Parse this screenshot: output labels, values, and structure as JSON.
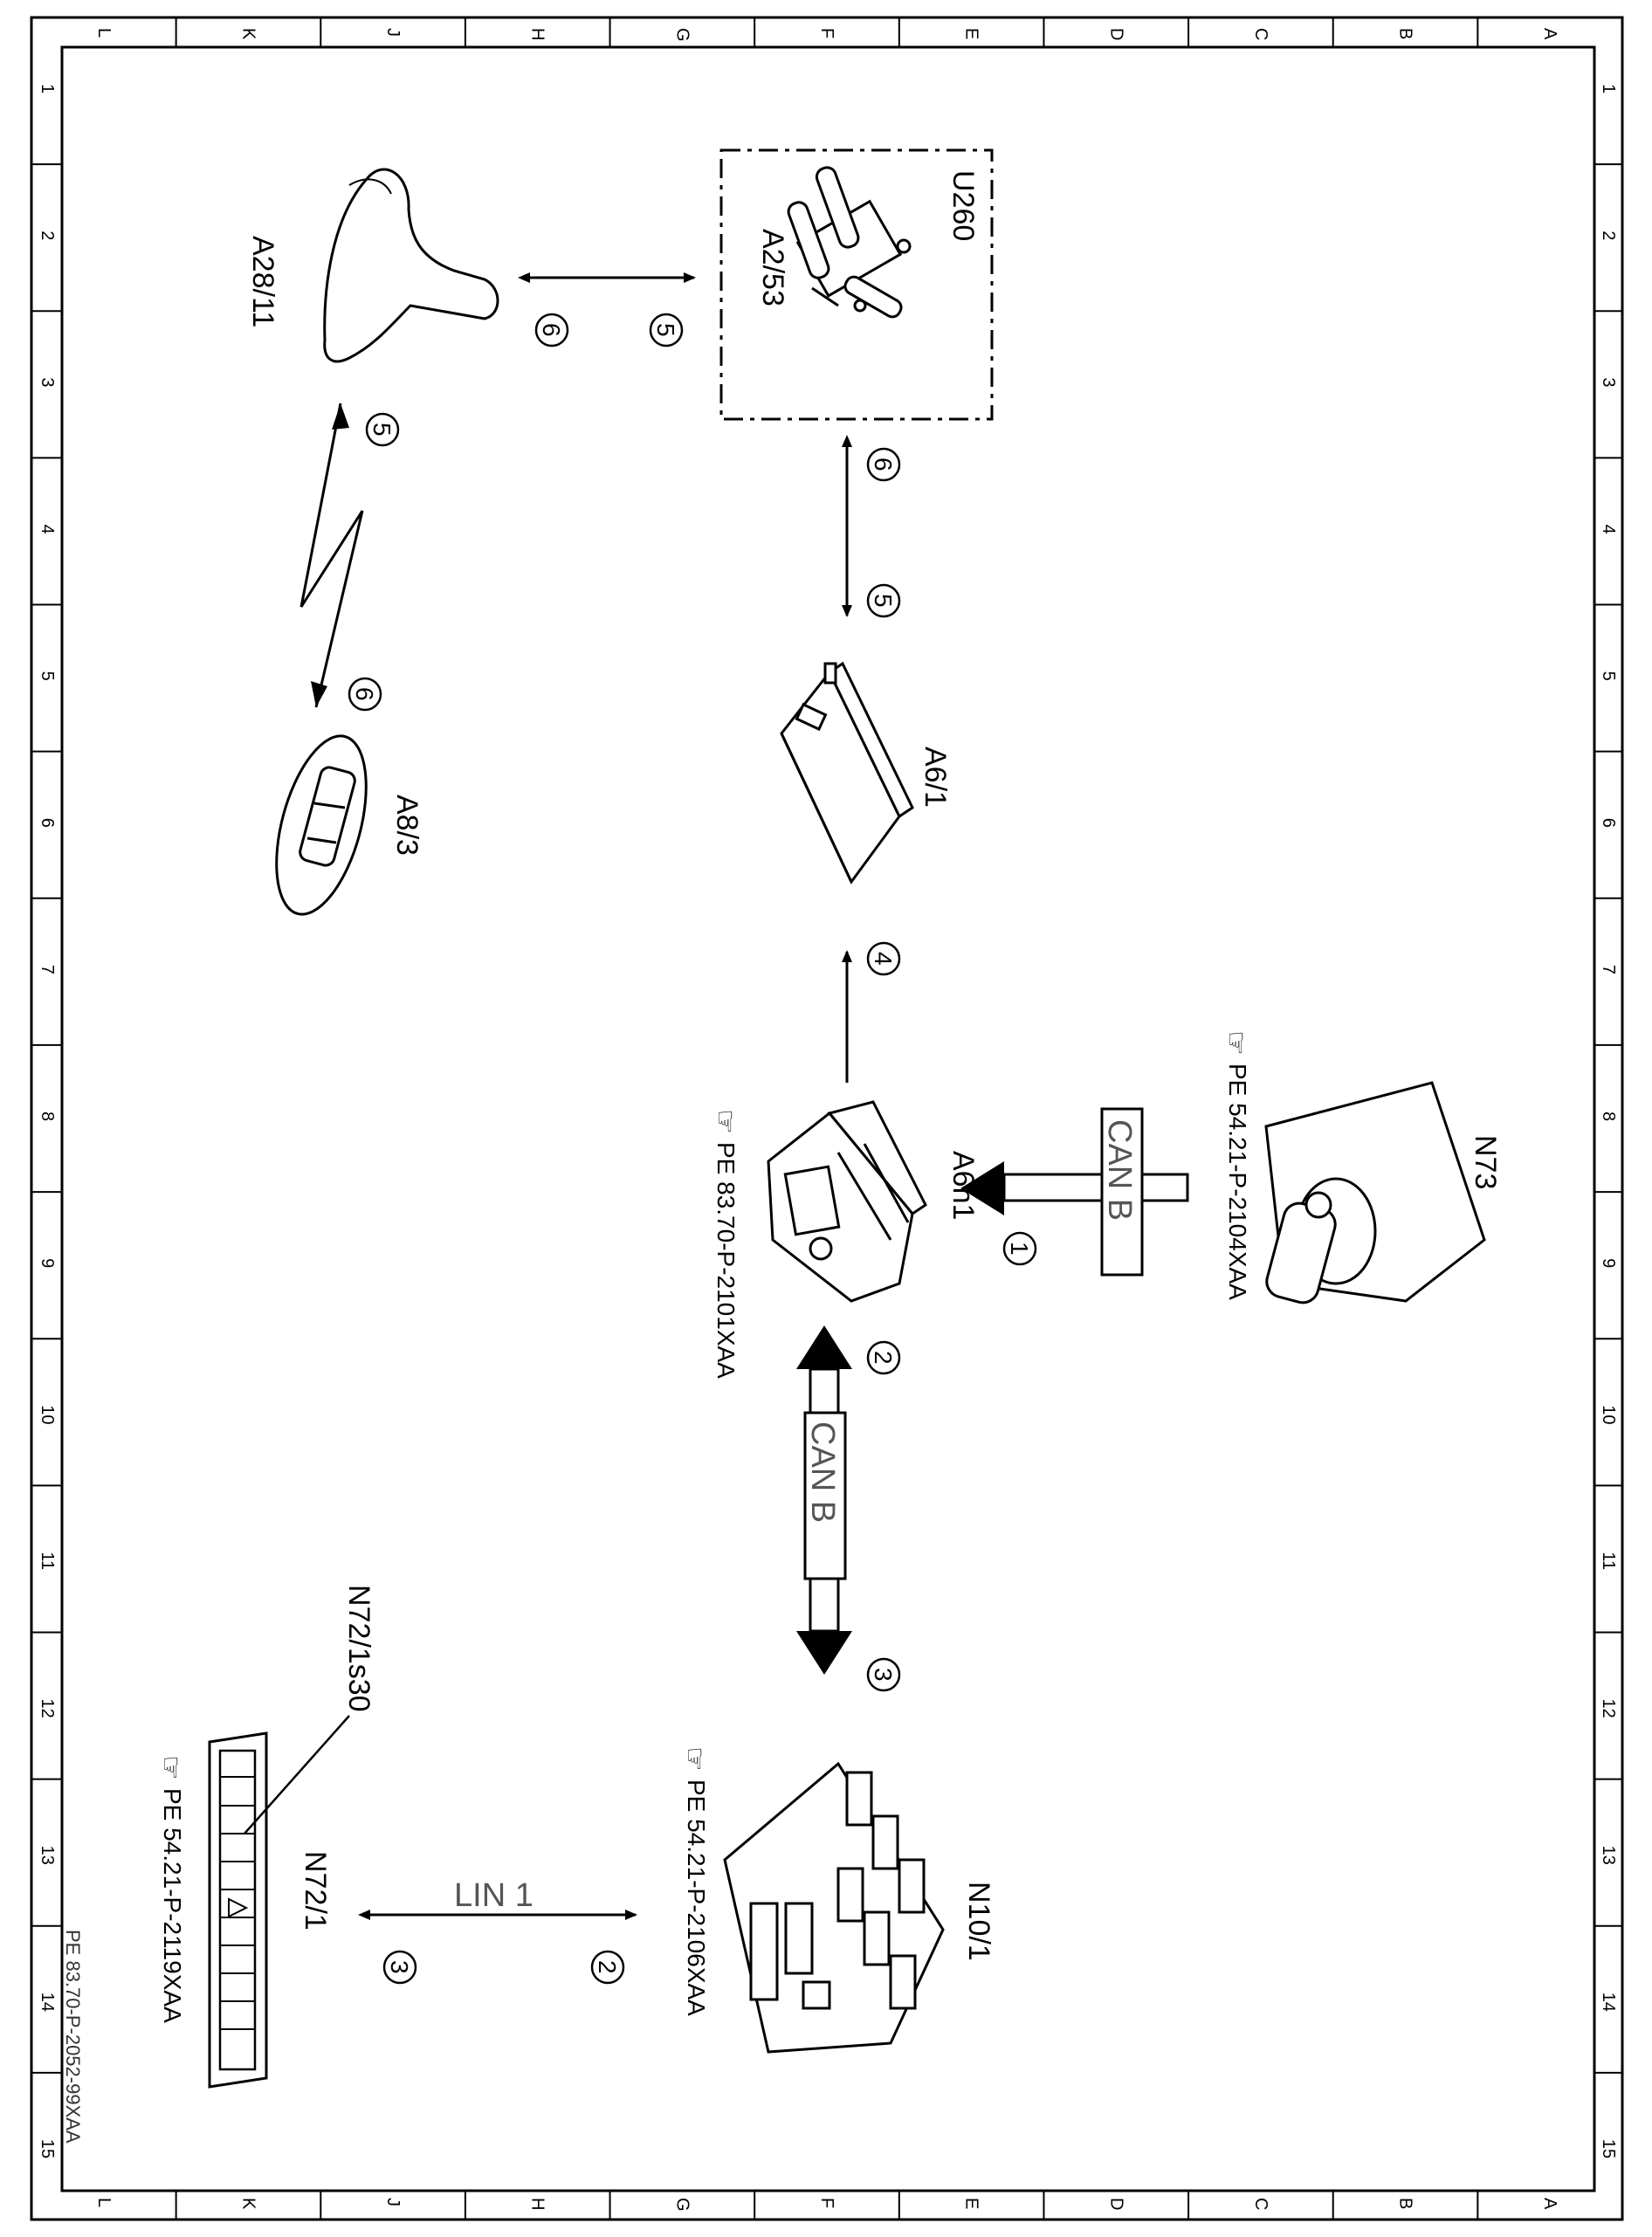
{
  "grid": {
    "letters": [
      "L",
      "K",
      "J",
      "H",
      "G",
      "F",
      "E",
      "D",
      "C",
      "B",
      "A"
    ],
    "numbers": [
      "1",
      "2",
      "3",
      "4",
      "5",
      "6",
      "7",
      "8",
      "9",
      "10",
      "11",
      "12",
      "13",
      "14",
      "15"
    ]
  },
  "components": {
    "u260": "U260",
    "a2_53": "A2/53",
    "a28_11": "A28/11",
    "a6_1": "A6/1",
    "a8_3": "A8/3",
    "a6n1": "A6n1",
    "n73": "N73",
    "n10_1": "N10/1",
    "n72_1": "N72/1",
    "n72_1s30": "N72/1s30"
  },
  "references": {
    "a6n1": "PE 83.70-P-2101XAA",
    "n73": "PE 54.21-P-2104XAA",
    "n10_1": "PE 54.21-P-2106XAA",
    "n72_1": "PE 54.21-P-2119XAA"
  },
  "buses": {
    "can_b_top": "CAN B",
    "can_b_mid": "CAN B",
    "lin": "LIN 1"
  },
  "markers": {
    "u260_a28_left": "6",
    "u260_a28_right": "5",
    "a28_a83_top": "5",
    "a28_a83_bottom": "6",
    "u260_a61_top": "6",
    "u260_a61_bottom": "5",
    "a6n1_a61": "4",
    "n73_a6n1": "1",
    "a6n1_n10_top": "2",
    "a6n1_n10_bottom": "3",
    "lin_right": "2",
    "lin_left": "3"
  },
  "document_id": "PE 83.70-P-2052-99XAA"
}
